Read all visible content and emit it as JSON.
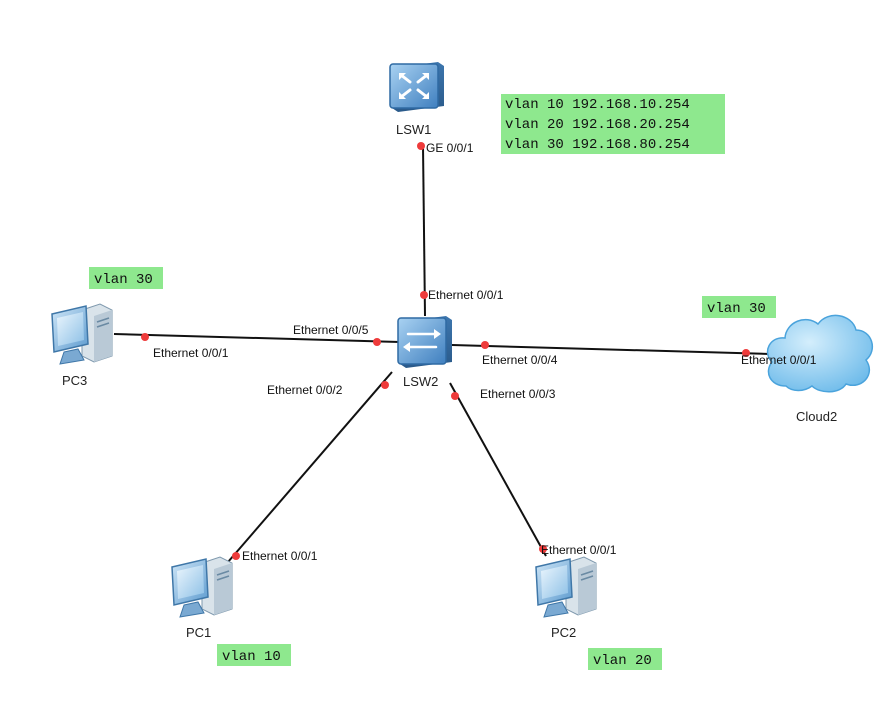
{
  "colors": {
    "note_bg": "#8ee88e",
    "port_dot": "#ee3b3b",
    "link": "#111111",
    "switch_blue": "#5f9fd6",
    "cloud_blue": "#7cc4ee",
    "pc_blue": "#6aa8d8"
  },
  "nodes": {
    "lsw1": {
      "label": "LSW1",
      "icon": "l3-switch-icon"
    },
    "lsw2": {
      "label": "LSW2",
      "icon": "l2-switch-icon"
    },
    "pc1": {
      "label": "PC1",
      "icon": "pc-icon"
    },
    "pc2": {
      "label": "PC2",
      "icon": "pc-icon"
    },
    "pc3": {
      "label": "PC3",
      "icon": "pc-icon"
    },
    "cloud2": {
      "label": "Cloud2",
      "icon": "cloud-icon"
    }
  },
  "ports": {
    "lsw1_ge001": "GE 0/0/1",
    "lsw2_e001": "Ethernet 0/0/1",
    "lsw2_e002": "Ethernet 0/0/2",
    "lsw2_e003": "Ethernet 0/0/3",
    "lsw2_e004": "Ethernet 0/0/4",
    "lsw2_e005": "Ethernet 0/0/5",
    "pc1_e001": "Ethernet 0/0/1",
    "pc2_e001": "Ethernet 0/0/1",
    "pc3_e001": "Ethernet 0/0/1",
    "cloud2_e001": "Ethernet 0/0/1"
  },
  "notes": {
    "lsw1_gateways": [
      "vlan 10 192.168.10.254",
      "vlan 20 192.168.20.254",
      "vlan 30 192.168.80.254"
    ],
    "pc1_vlan": "vlan 10",
    "pc2_vlan": "vlan 20",
    "pc3_vlan": "vlan 30",
    "cloud2_vlan": "vlan 30"
  }
}
